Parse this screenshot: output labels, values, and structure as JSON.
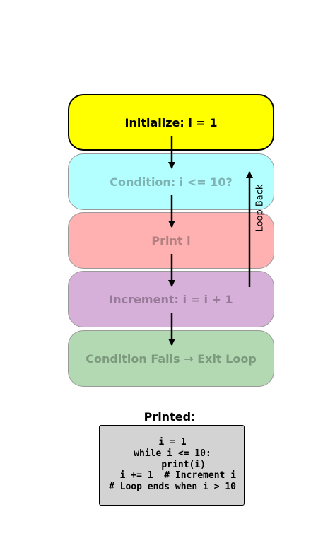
{
  "steps": {
    "initialize": "Initialize: i = 1",
    "condition": "Condition: i <= 10?",
    "print": "Print i",
    "increment": "Increment: i = i + 1",
    "exit": "Condition Fails → Exit Loop"
  },
  "loop_label": "Loop Back",
  "printed": {
    "title": "Printed:",
    "code_lines": [
      "i = 1",
      "while i <= 10:",
      "    print(i)",
      "  i += 1  # Increment i",
      "# Loop ends when i > 10"
    ]
  },
  "colors": {
    "initialize": "#ffff00",
    "condition": "#b3ffff",
    "print": "#ffb0b0",
    "increment": "#d6b0d9",
    "exit": "#b3d9b3",
    "code_background": "#d3d3d3"
  }
}
